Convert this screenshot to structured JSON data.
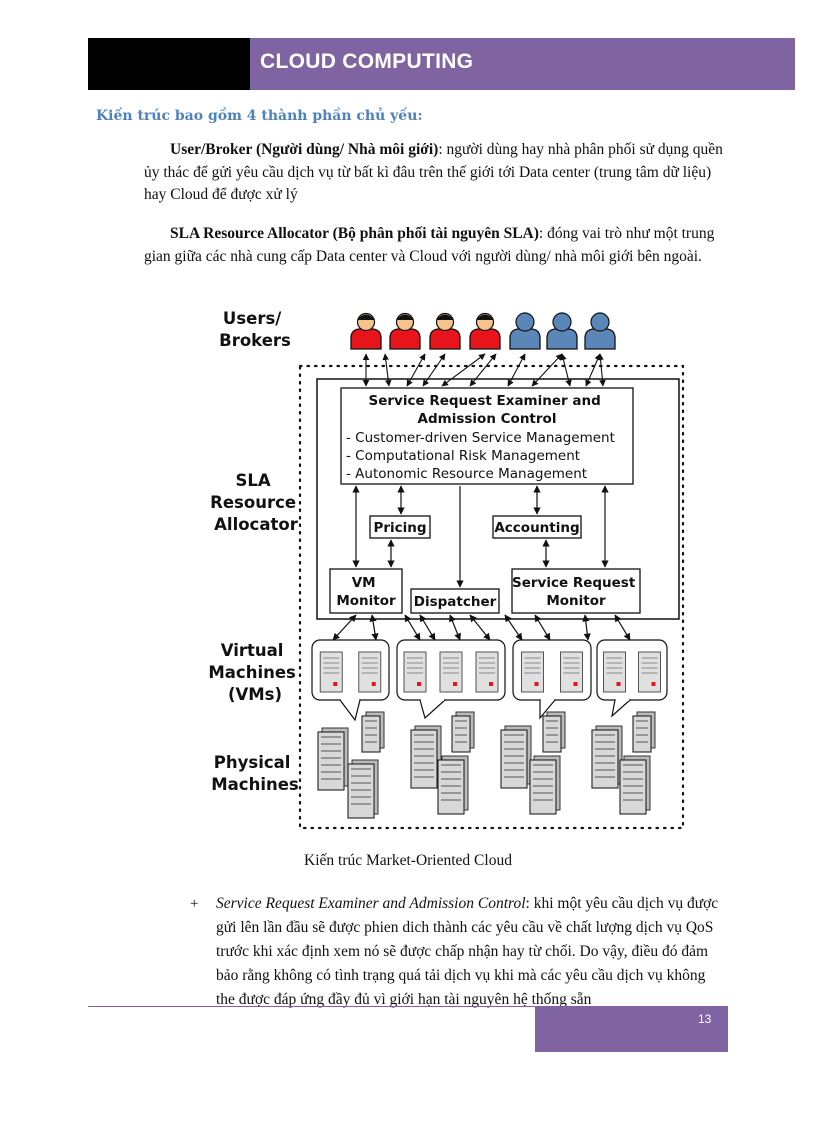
{
  "header": {
    "title": "CLOUD COMPUTING"
  },
  "heading": "Kiến trúc bao gồm 4 thành phần chủ yếu:",
  "para1": {
    "bold": "User/Broker (Người dùng/ Nhà môi giới)",
    "text": ": người dùng hay nhà phân phối sử dụng quền ủy thác để gửi yêu cầu dịch vụ từ bất kì đâu trên thế giới tới Data center (trung tâm dữ liệu) hay Cloud để được xử lý"
  },
  "para2": {
    "bold": "SLA Resource Allocator (Bộ phân phối tài nguyên SLA)",
    "text": ": đóng vai trò như một trung gian giữa các nhà cung cấp Data center và Cloud với người dùng/ nhà môi giới bên ngoài."
  },
  "diagram": {
    "users_label": [
      "Users/",
      "Brokers"
    ],
    "sla_label": [
      "SLA",
      "Resource",
      "Allocator"
    ],
    "vm_label": [
      "Virtual",
      "Machines",
      "(VMs)"
    ],
    "pm_label": [
      "Physical",
      "Machines"
    ],
    "examiner": {
      "title": [
        "Service Request Examiner and",
        "Admission Control"
      ],
      "items": [
        "- Customer-driven Service Management",
        "- Computational Risk Management",
        "- Autonomic Resource Management"
      ]
    },
    "pricing": "Pricing",
    "accounting": "Accounting",
    "vm_monitor": [
      "VM",
      "Monitor"
    ],
    "dispatcher": "Dispatcher",
    "sr_monitor": [
      "Service Request",
      "Monitor"
    ]
  },
  "caption": "Kiến trúc Market-Oriented Cloud",
  "bullet": {
    "marker": "+",
    "italic": "Service Request Examiner and Admission Control",
    "text": ": khi một yêu cầu dịch vụ được gửi lên lần đầu sẽ được phien dich thành các yêu cầu về chất lượng dịch vụ QoS trước khi xác định xem nó sẽ được chấp nhận hay từ chối. Do vậy, điều đó đảm bảo rằng không có tình trạng quá tải dịch vụ khi mà các yêu cầu dịch vụ không the được đáp ứng đầy đủ vì giới hạn tài nguyên hệ thống sẵn"
  },
  "page_number": "13",
  "colors": {
    "header_purple": "#8064a2",
    "heading_blue": "#4f81bd",
    "user_red": "#e8141c",
    "user_blue": "#5b86b8"
  }
}
